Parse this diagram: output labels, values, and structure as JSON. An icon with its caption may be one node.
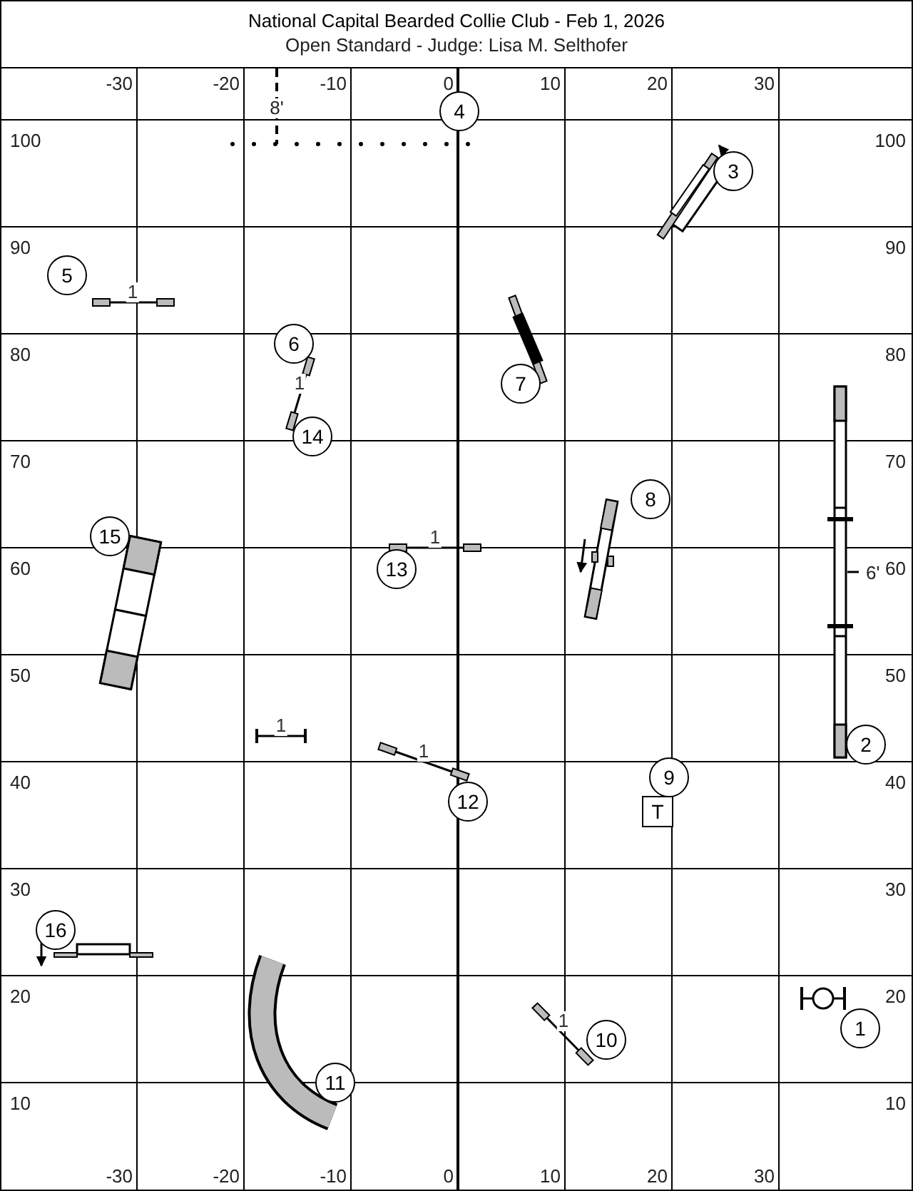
{
  "diagram": {
    "title": "National Capital Bearded Collie Club - Feb 1, 2026",
    "nodes": [
      {
        "text": [
          "1"
        ]
      },
      {
        "text": [
          "2"
        ]
      },
      {
        "text": [
          "3"
        ]
      },
      {
        "text": [
          "4"
        ]
      },
      {
        "text": [
          "5"
        ]
      },
      {
        "text": [
          "6"
        ]
      },
      {
        "text": [
          "7"
        ]
      },
      {
        "text": [
          "8"
        ]
      },
      {
        "text": [
          "9"
        ]
      },
      {
        "text": [
          "10"
        ]
      },
      {
        "text": [
          "11"
        ]
      },
      {
        "text": [
          "12"
        ]
      },
      {
        "text": [
          "13"
        ]
      },
      {
        "text": [
          "14"
        ]
      },
      {
        "text": [
          "15"
        ]
      },
      {
        "text": [
          "16"
        ]
      },
      {
        "text": [
          "T"
        ]
      }
    ],
    "labels": [
      "Open Standard - Judge: Lisa M. Selthofer",
      "-30",
      "-20",
      "-10",
      "0",
      "10",
      "20",
      "30",
      "8'",
      "100",
      "100",
      "90",
      "90",
      "1",
      "80",
      "80",
      "1",
      "70",
      "70",
      "1",
      "60",
      "6'",
      "60",
      "50",
      "50",
      "1",
      "1",
      "40",
      "40",
      "30",
      "30",
      "20",
      "20",
      "1",
      "10",
      "10",
      "-30",
      "-20",
      "-10",
      "0",
      "10",
      "20",
      "30"
    ]
  }
}
